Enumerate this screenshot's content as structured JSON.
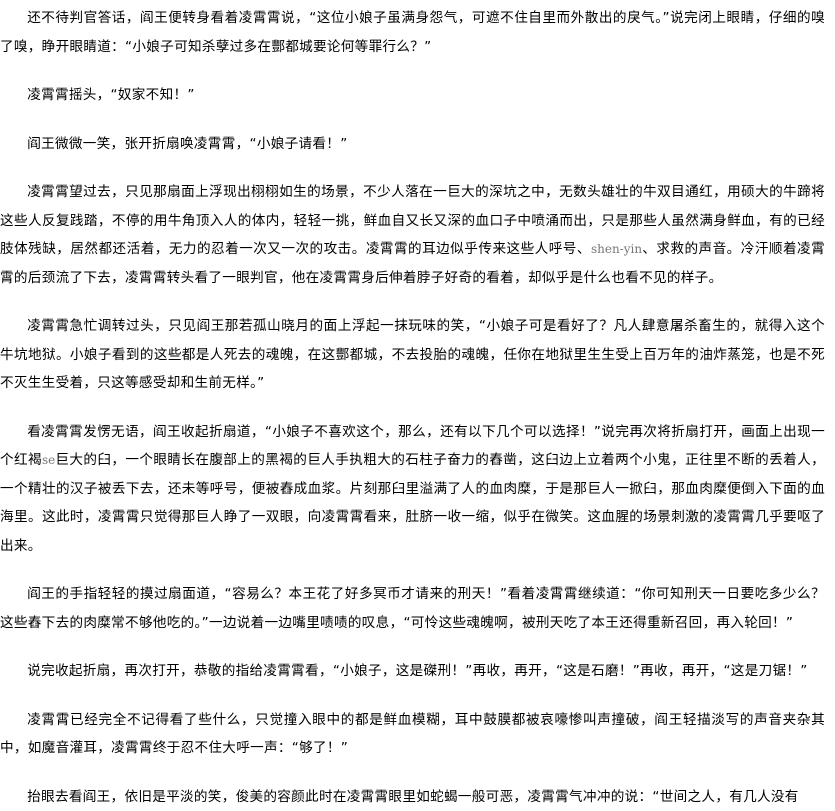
{
  "paragraphs": [
    {
      "text": "还不待判官答话，阎王便转身看着凌霄霄说，“这位小娘子虽满身怨气，可遮不住自里而外散出的戾气。”说完闭上眼睛，仔细的嗅了嗅，睁开眼睛道：“小娘子可知杀孽过多在酆都城要论何等罪行么？”"
    },
    {
      "text": "凌霄霄摇头，“奴家不知！”"
    },
    {
      "text": "阎王微微一笑，张开折扇唤凌霄霄，“小娘子请看！”"
    },
    {
      "before": "凌霄霄望过去，只见那扇面上浮现出栩栩如生的场景，不少人落在一巨大的深坑之中，无数头雄壮的牛双目通红，用硕大的牛蹄将这些人反复践踏，不停的用牛角顶入人的体内，轻轻一挑，鲜血自又长又深的血口子中喷涌而出，只是那些人虽然满身鲜血，有的已经肢体残缺，居然都还活着，无力的忍着一次又一次的攻击。凌霄霄的耳边似乎传来这些人呼号、",
      "gray": "shen-yin",
      "after": "、求救的声音。冷汗顺着凌霄霄的后颈流了下去，凌霄霄转头看了一眼判官，他在凌霄霄身后伸着脖子好奇的看着，却似乎是什么也看不见的样子。"
    },
    {
      "text": "凌霄霄急忙调转过头，只见阎王那若孤山晓月的面上浮起一抹玩味的笑，“小娘子可是看好了？凡人肆意屠杀畜生的，就得入这个牛坑地狱。小娘子看到的这些都是人死去的魂魄，在这酆都城，不去投胎的魂魄，任你在地狱里生生受上百万年的油炸蒸笼，也是不死不灭生生受着，只这等感受却和生前无样。”"
    },
    {
      "before": "看凌霄霄发愣无语，阎王收起折扇道，“小娘子不喜欢这个，那么，还有以下几个可以选择！”说完再次将折扇打开，画面上出现一个红褐",
      "gray": "se",
      "after": "巨大的臼，一个眼睛长在腹部上的黑褐的巨人手执粗大的石柱子奋力的舂凿，这臼边上立着两个小鬼，正往里不断的丢着人，一个精壮的汉子被丢下去，还未等呼号，便被舂成血浆。片刻那臼里溢满了人的血肉糜，于是那巨人一掀臼，那血肉糜便倒入下面的血海里。这此时，凌霄霄只觉得那巨人睁了一双眼，向凌霄霄看来，肚脐一收一缩，似乎在微笑。这血腥的场景刺激的凌霄霄几乎要呕了出来。"
    },
    {
      "text": "阎王的手指轻轻的摸过扇面道，“容易么？本王花了好多冥币才请来的刑天！”看着凌霄霄继续道：“你可知刑天一日要吃多少么？这些舂下去的肉糜常不够他吃的。”一边说着一边嘴里啧啧的叹息，“可怜这些魂魄啊，被刑天吃了本王还得重新召回，再入轮回！”"
    },
    {
      "text": "说完收起折扇，再次打开，恭敬的指给凌霄霄看，“小娘子，这是磔刑！”再收，再开，“这是石磨！”再收，再开，“这是刀锯！”"
    },
    {
      "text": "凌霄霄已经完全不记得看了些什么，只觉撞入眼中的都是鲜血模糊，耳中鼓膜都被哀嚎惨叫声撞破，阎王轻描淡写的声音夹杂其中，如魔音灌耳，凌霄霄终于忍不住大呼一声：“够了！”"
    },
    {
      "text": "抬眼去看阎王，依旧是平淡的笑，俊美的容颜此时在凌霄霄眼里如蛇蝎一般可恶，凌霄霄气冲冲的说：“世间之人，有几人没有"
    }
  ]
}
